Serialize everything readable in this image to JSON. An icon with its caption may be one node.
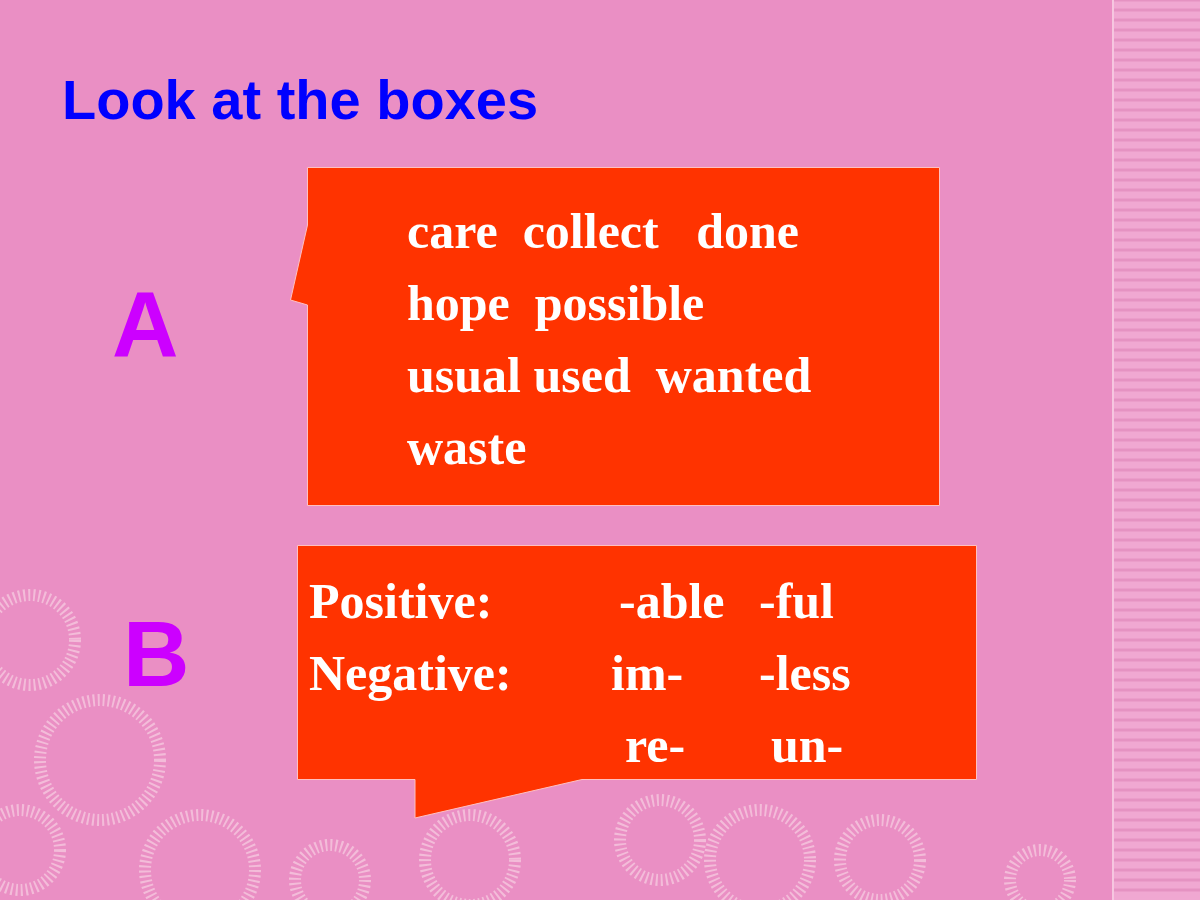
{
  "diagram": {
    "title": "Look at the boxes",
    "nodes": [
      {
        "text": [
          "care  collect   done",
          "hope  possible",
          "usual used  wanted",
          "waste"
        ]
      },
      {
        "text": [
          "Positive:",
          "-able",
          "-ful",
          "Negative:",
          "im-",
          "-less",
          "re-",
          "un-"
        ]
      }
    ],
    "edges": [],
    "labels": [
      "A",
      "B"
    ]
  }
}
